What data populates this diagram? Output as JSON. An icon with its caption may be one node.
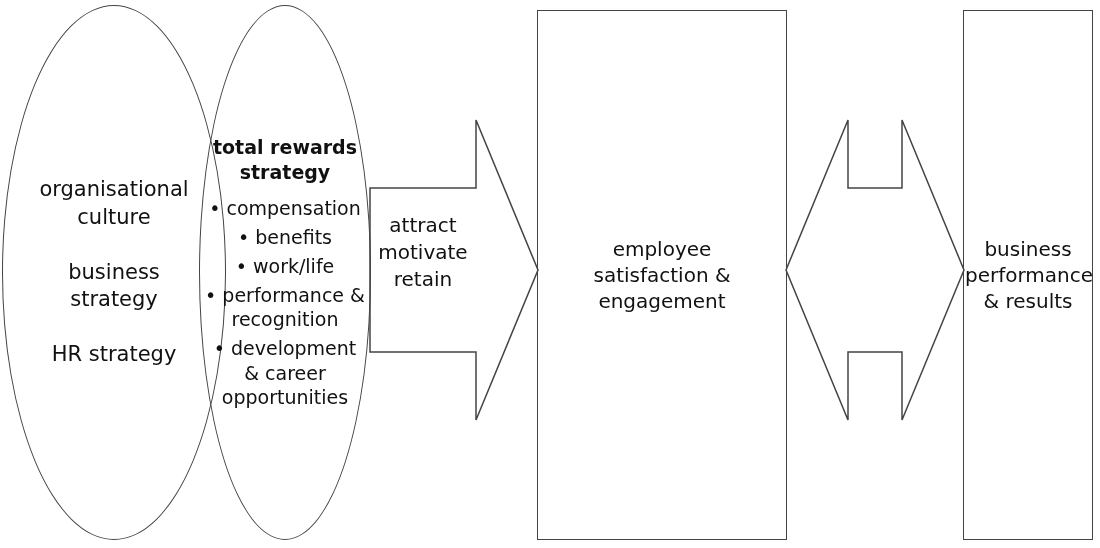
{
  "diagram": {
    "nodes": [
      {
        "text": [
          "organisational culture",
          "business strategy",
          "HR strategy"
        ]
      },
      {
        "text": [
          "total rewards strategy",
          "• compensation",
          "• benefits",
          "• work/life",
          "• performance & recognition",
          "• development & career opportunities"
        ]
      },
      {
        "text": [
          "employee satisfaction & engagement"
        ]
      },
      {
        "text": [
          "business performance & results"
        ]
      }
    ],
    "edges": [
      {
        "from": 1,
        "to": 2,
        "arrow": "to",
        "label": "attract motivate retain"
      },
      {
        "from": 2,
        "to": 3,
        "arrow": "both"
      }
    ]
  }
}
